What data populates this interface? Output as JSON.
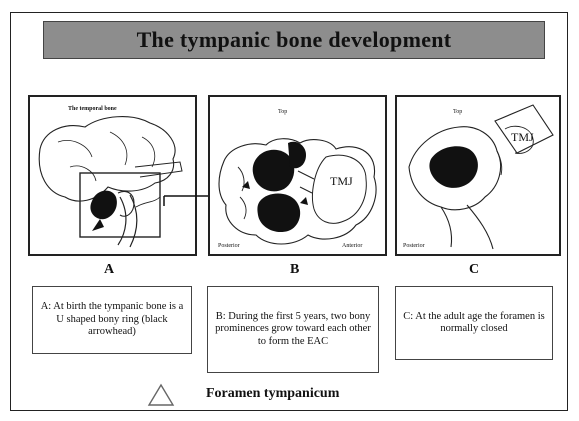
{
  "title": "The tympanic bone development",
  "panels": {
    "a": {
      "label": "A",
      "inner_title": "The temporal bone",
      "caption": "A: At birth the tympanic bone is a U shaped bony ring (black arrowhead)"
    },
    "b": {
      "label": "B",
      "top_label": "Top",
      "tmj_label": "TMJ",
      "posterior_label": "Posterior",
      "anterior_label": "Anterior",
      "caption": "B: During the first 5 years, two bony prominences grow toward each other to form the EAC"
    },
    "c": {
      "label": "C",
      "top_label": "Top",
      "tmj_label": "TMJ",
      "posterior_label": "Posterior",
      "caption": "C: At the adult age the foramen is normally closed"
    }
  },
  "legend": {
    "text": "Foramen tympanicum",
    "icon": "triangle-outline-icon"
  }
}
